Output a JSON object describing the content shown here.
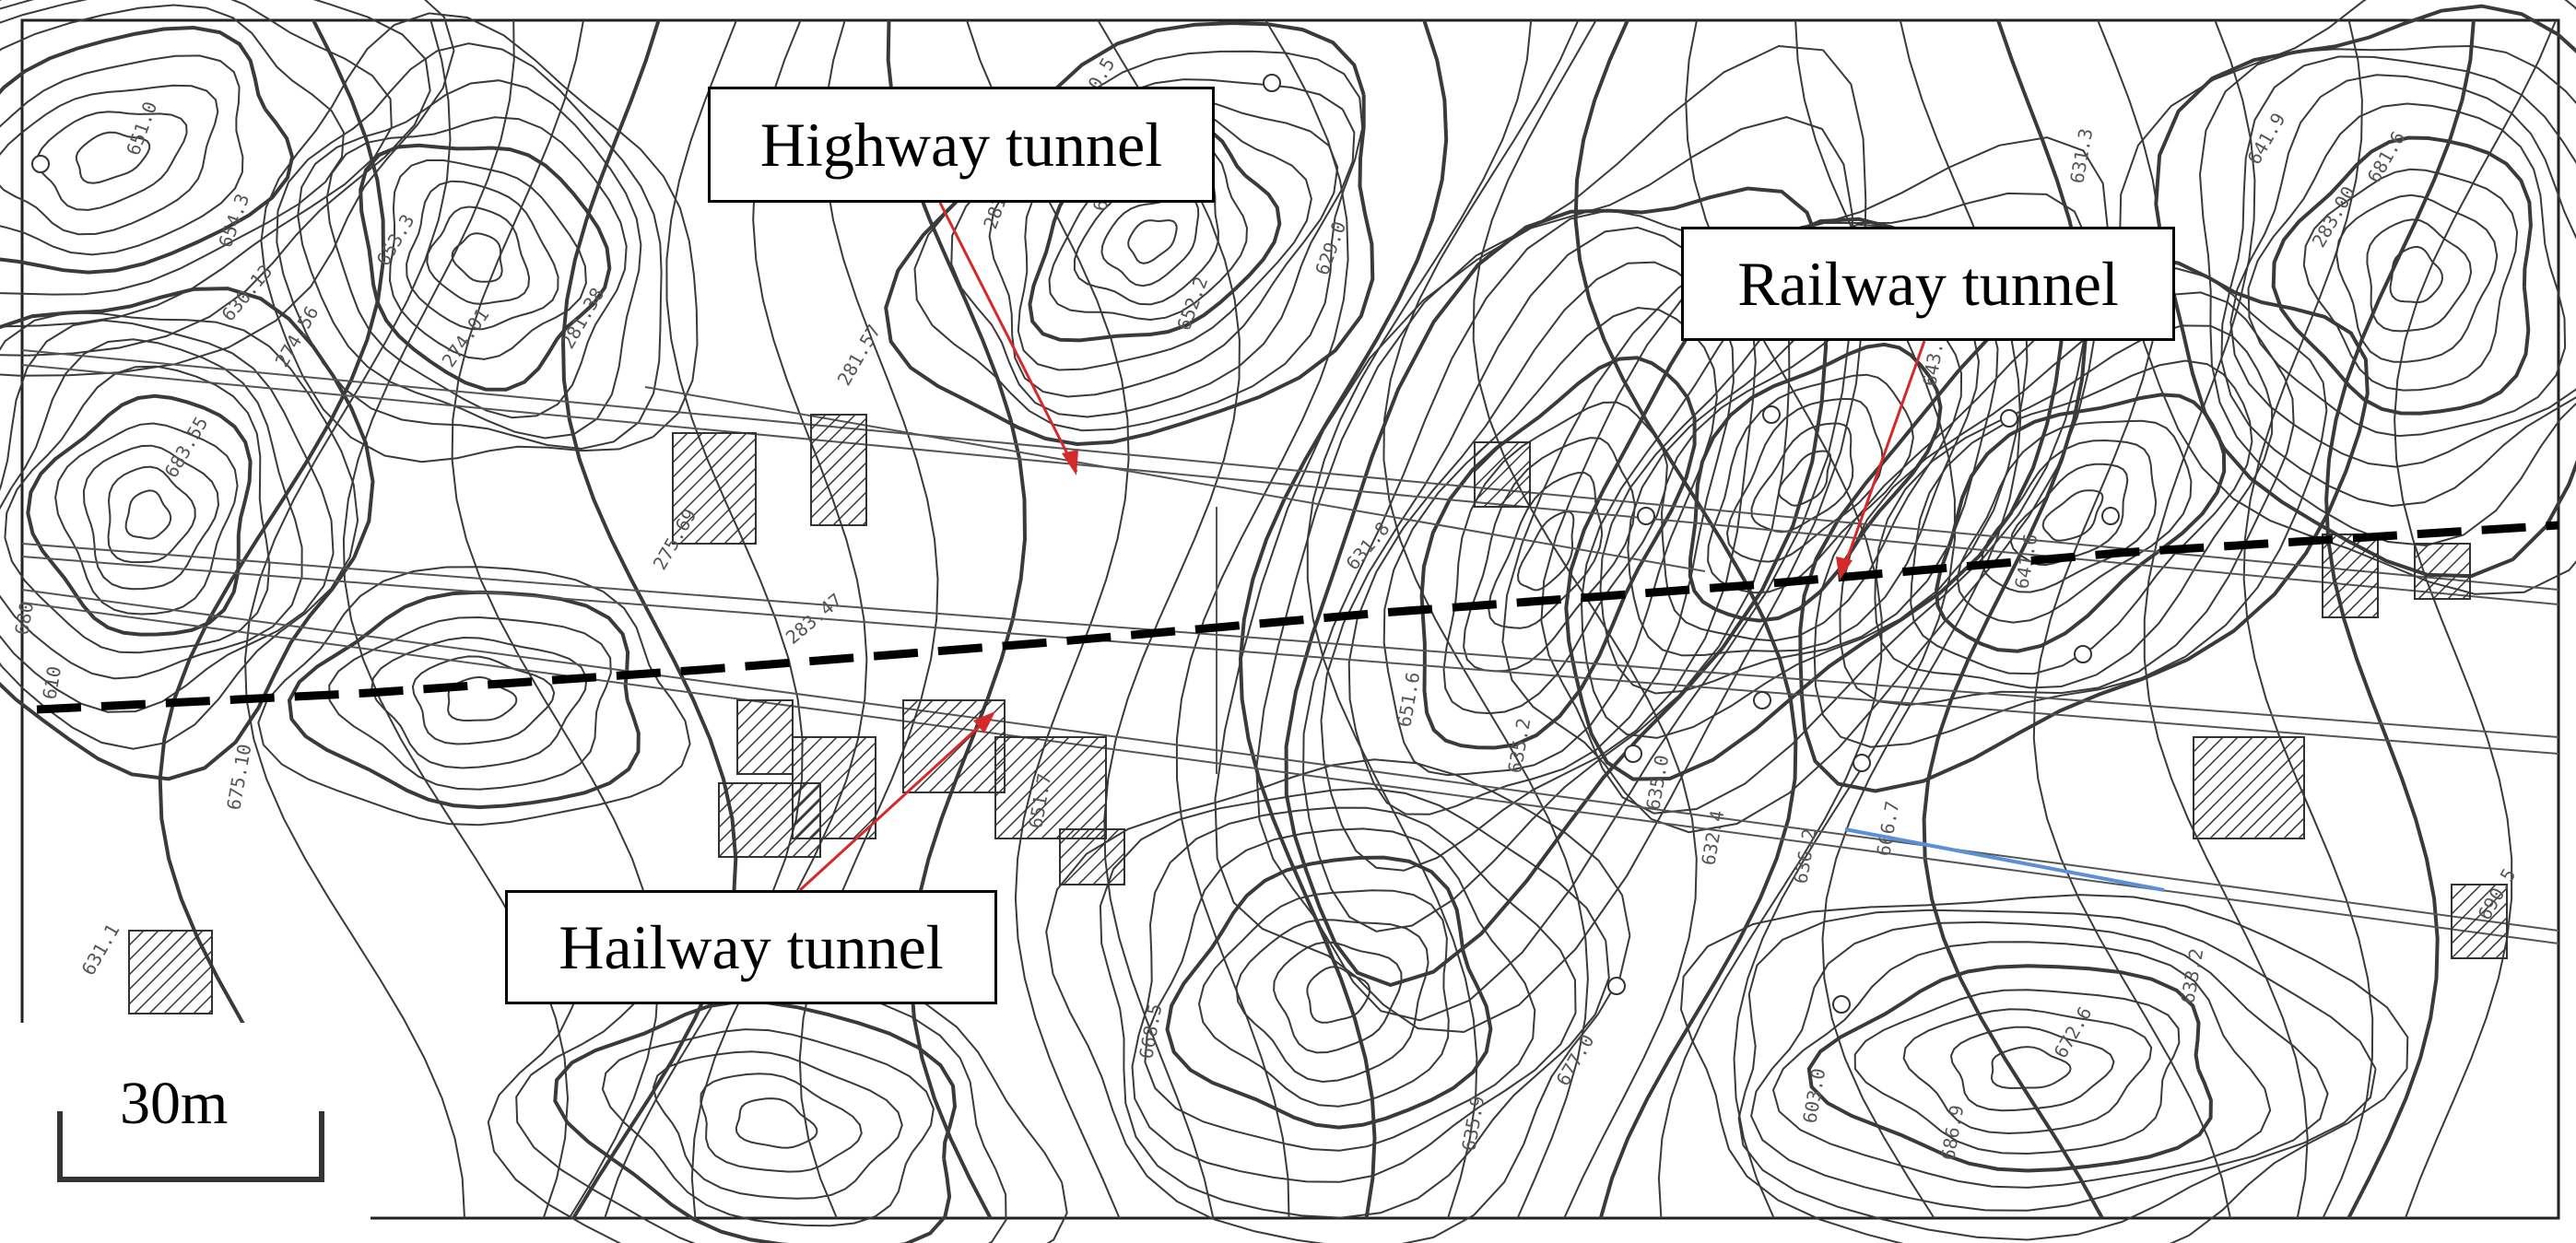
{
  "labels": {
    "highway_tunnel": "Highway tunnel",
    "railway_tunnel": "Railway tunnel",
    "hailway_tunnel": "Hailway tunnel"
  },
  "scale_bar": {
    "text": "30m"
  },
  "elevation_labels": [
    "651.0",
    "654.3",
    "653.3",
    "660.9",
    "660.5",
    "630.13",
    "274.56",
    "274.01",
    "281.38",
    "281.57",
    "281.98",
    "652.2",
    "637.1",
    "629.0",
    "631.8",
    "683.55",
    "283.47",
    "275.69",
    "675.10",
    "651.7",
    "666.7",
    "603.0",
    "636.2",
    "651.6",
    "635.2",
    "635.0",
    "632.4",
    "631.3",
    "631.1",
    "635.9",
    "668.5",
    "677.0",
    "686.9",
    "672.6",
    "633.2",
    "641.6",
    "643.9",
    "641.9",
    "283.00",
    "681.6",
    "690.5",
    "680",
    "610"
  ],
  "colors": {
    "contour": "#333333",
    "annotation_arrow": "#d42a2a",
    "blue_line": "#5b8fd6",
    "tunnel_axis": "#000000"
  }
}
